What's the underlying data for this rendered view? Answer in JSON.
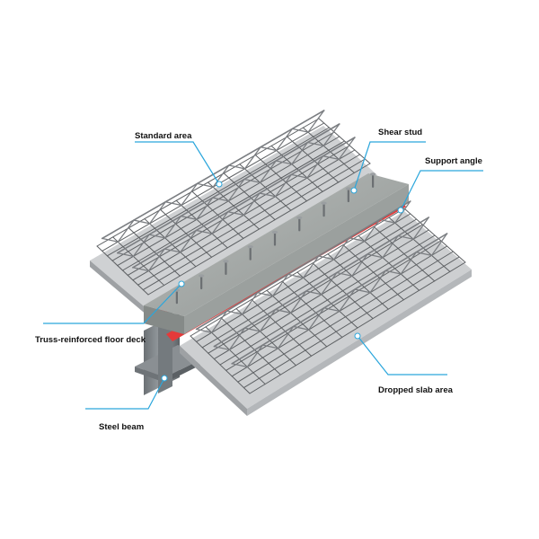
{
  "colors": {
    "background": "#ffffff",
    "leader_line": "#2aa6dc",
    "leader_dot": "#ffffff",
    "slab_surface": "#c9cbcd",
    "slab_edge": "#9ea1a4",
    "mesh": "#5d6063",
    "truss": "#7b7e82",
    "concrete_strip": "#a7aba9",
    "support_angle": "#e43a3a",
    "steel_beam": "#7e8387"
  },
  "labels": {
    "standard_area": "Standard area",
    "shear_stud": "Shear stud",
    "support_angle": "Support angle",
    "truss_deck": "Truss-reinforced floor deck",
    "dropped_slab": "Dropped slab area",
    "steel_beam": "Steel beam"
  }
}
